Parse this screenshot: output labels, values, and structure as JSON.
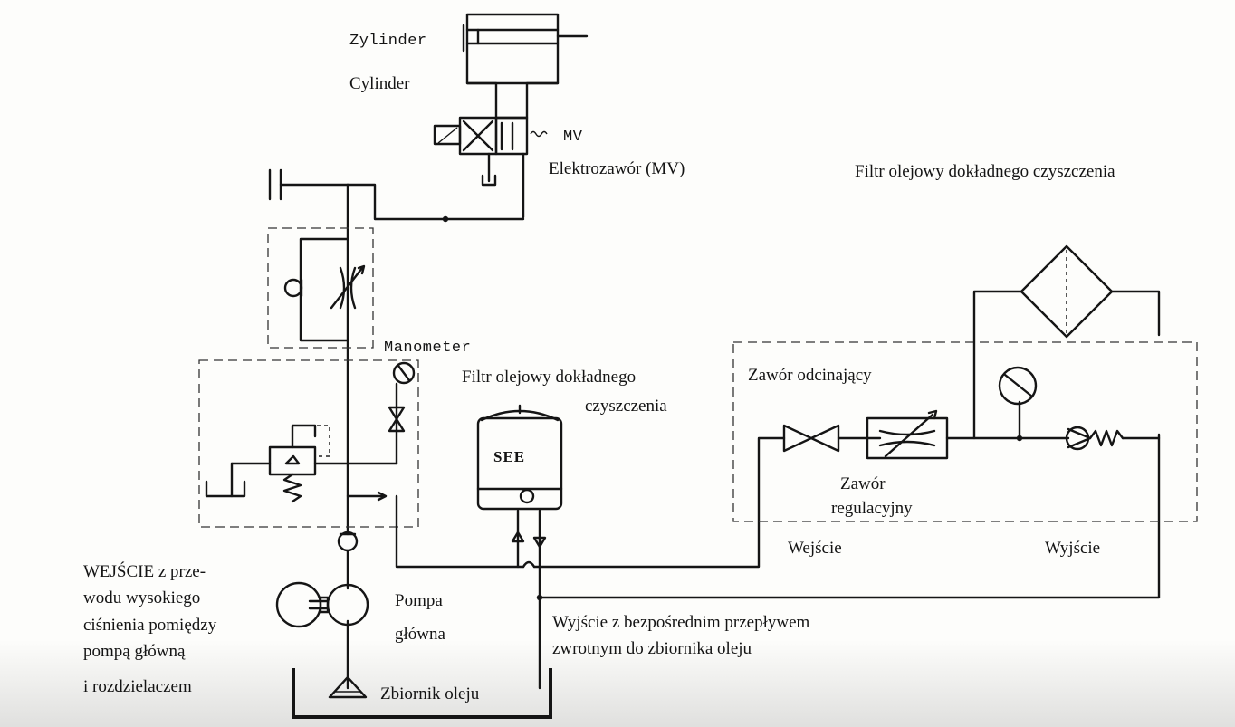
{
  "labels": {
    "zylinder": "Zylinder",
    "cylinder": "Cylinder",
    "mv": "MV",
    "elektrozawor": "Elektrozawór (MV)",
    "filtr_top": "Filtr olejowy dokładnego czyszczenia",
    "manometer": "Manometer",
    "filtr_mid_1": "Filtr olejowy dokładnego",
    "filtr_mid_2": "czyszczenia",
    "zawor_odcinajacy": "Zawór odcinający",
    "see": "SEE",
    "zawor_reg_1": "Zawór",
    "zawor_reg_2": "regulacyjny",
    "wejscie": "Wejście",
    "wyjscie": "Wyjście",
    "wejscie_hp_1": "WEJŚCIE z prze-",
    "wejscie_hp_2": "wodu wysokiego",
    "wejscie_hp_3": "ciśnienia pomiędzy",
    "wejscie_hp_4": "pompą główną",
    "wejscie_hp_5": "i rozdzielaczem",
    "pompa_1": "Pompa",
    "pompa_2": "główna",
    "wyjscie_zwrot_1": "Wyjście z bezpośrednim przepływem",
    "wyjscie_zwrot_2": "zwrotnym do zbiornika oleju",
    "zbiornik": "Zbiornik oleju"
  },
  "icons": [
    "cylinder-icon",
    "solenoid-valve-icon",
    "check-valve-icon",
    "throttle-valve-icon",
    "pressure-gauge-icon",
    "shutoff-valve-icon",
    "relief-valve-icon",
    "filter-unit-icon",
    "filter-element-icon",
    "flow-control-valve-icon",
    "pump-icon",
    "suction-strainer-icon",
    "oil-tank-icon"
  ],
  "colors": {
    "ink": "#151515",
    "paper": "#fdfdfb"
  }
}
